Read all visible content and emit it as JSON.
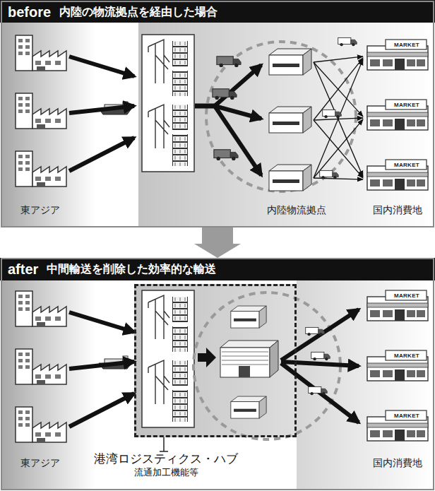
{
  "diagram": {
    "nodes": [
      {
        "text": [
          "before",
          "内陸の物流拠点を経由した場合"
        ]
      },
      {
        "text": [
          "after",
          "中間輸送を削除した効率的な輸送"
        ]
      },
      {
        "text": [
          "港湾ロジスティクス・ハブ",
          "流通加工機能等"
        ],
        "in": 1
      }
    ],
    "edges": [
      {
        "from": 0,
        "to": 1,
        "arrow": "to"
      }
    ],
    "labels": [
      "東アジア",
      "内陸物流拠点",
      "国内消費地",
      "MARKET",
      "MARKET",
      "MARKET",
      "東アジア",
      "国内消費地",
      "MARKET",
      "MARKET",
      "MARKET"
    ]
  }
}
